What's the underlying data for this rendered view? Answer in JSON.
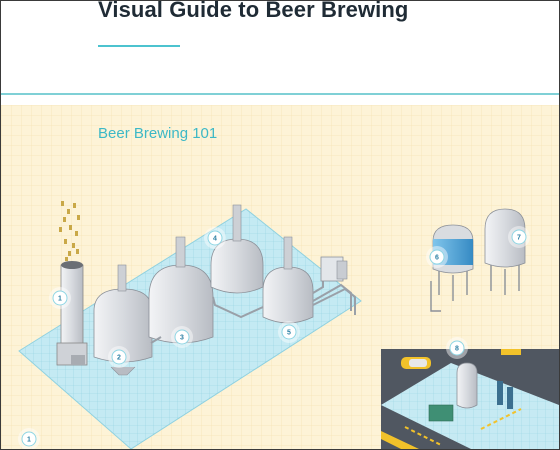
{
  "header": {
    "title": "Visual Guide to Beer Brewing"
  },
  "section": {
    "heading": "Beer Brewing 101"
  },
  "diagram": {
    "markers": [
      "1",
      "2",
      "3",
      "4",
      "5",
      "6",
      "7",
      "8",
      "1"
    ]
  },
  "colors": {
    "accent": "#4cc3cf",
    "background": "#fdf3d7",
    "floor": "#bfe8f1",
    "tank": "#dcdfe3",
    "fermenter_highlight": "#3e9fd6"
  }
}
